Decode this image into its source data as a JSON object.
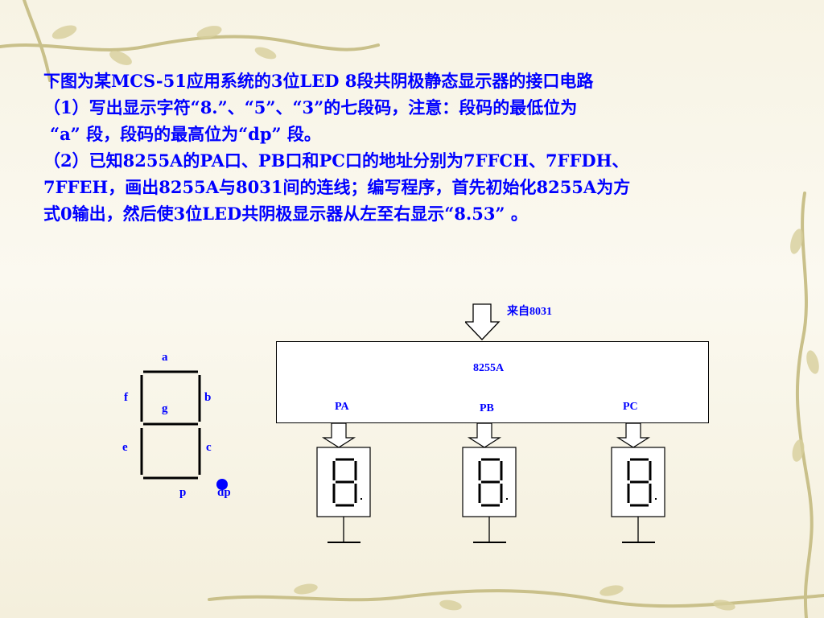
{
  "text": {
    "line1": "下图为某MCS-51应用系统的3位LED 8段共阴极静态显示器的接口电路",
    "line2": "（1）写出显示字符“8.”、“5”、“3”的七段码，注意：段码的最低位为",
    "line3": "“a” 段，段码的最高位为“dp” 段。",
    "line4": "（2）已知8255A的PA口、PB口和PC口的地址分别为7FFCH、7FFDH、",
    "line5": "7FFEH，画出8255A与8031间的连线；编写程序，首先初始化8255A为方",
    "line6": "式0输出，然后使3位LED共阴极显示器从左至右显示“8.53” 。"
  },
  "segments": {
    "a": "a",
    "b": "b",
    "c": "c",
    "e": "e",
    "f": "f",
    "g": "g",
    "p": "p",
    "dp": "dp"
  },
  "chip": {
    "name": "8255A",
    "source": "来自8031",
    "ports": [
      "PA",
      "PB",
      "PC"
    ]
  }
}
